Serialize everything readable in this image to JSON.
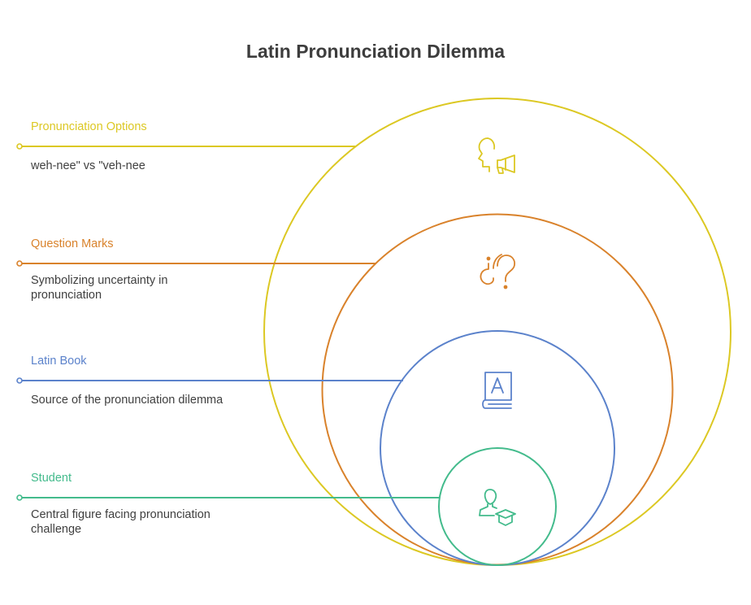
{
  "title": "Latin Pronunciation Dilemma",
  "colors": {
    "yellow": "#dcc823",
    "orange": "#d9822b",
    "blue": "#5b82cb",
    "green": "#43bb8c",
    "title_text": "#3d3d3d",
    "body_text": "#3f3f3f"
  },
  "layers": [
    {
      "title": "Pronunciation Options",
      "description": "weh-nee\" vs \"veh-nee",
      "color": "#dcc823",
      "icon": "speaker-megaphone-icon"
    },
    {
      "title": "Question Marks",
      "description": "Symbolizing uncertainty in pronunciation",
      "color": "#d9822b",
      "icon": "question-marks-icon"
    },
    {
      "title": "Latin Book",
      "description": "Source of the pronunciation dilemma",
      "color": "#5b82cb",
      "icon": "book-icon"
    },
    {
      "title": "Student",
      "description": "Central figure facing pronunciation challenge",
      "color": "#43bb8c",
      "icon": "student-icon"
    }
  ]
}
